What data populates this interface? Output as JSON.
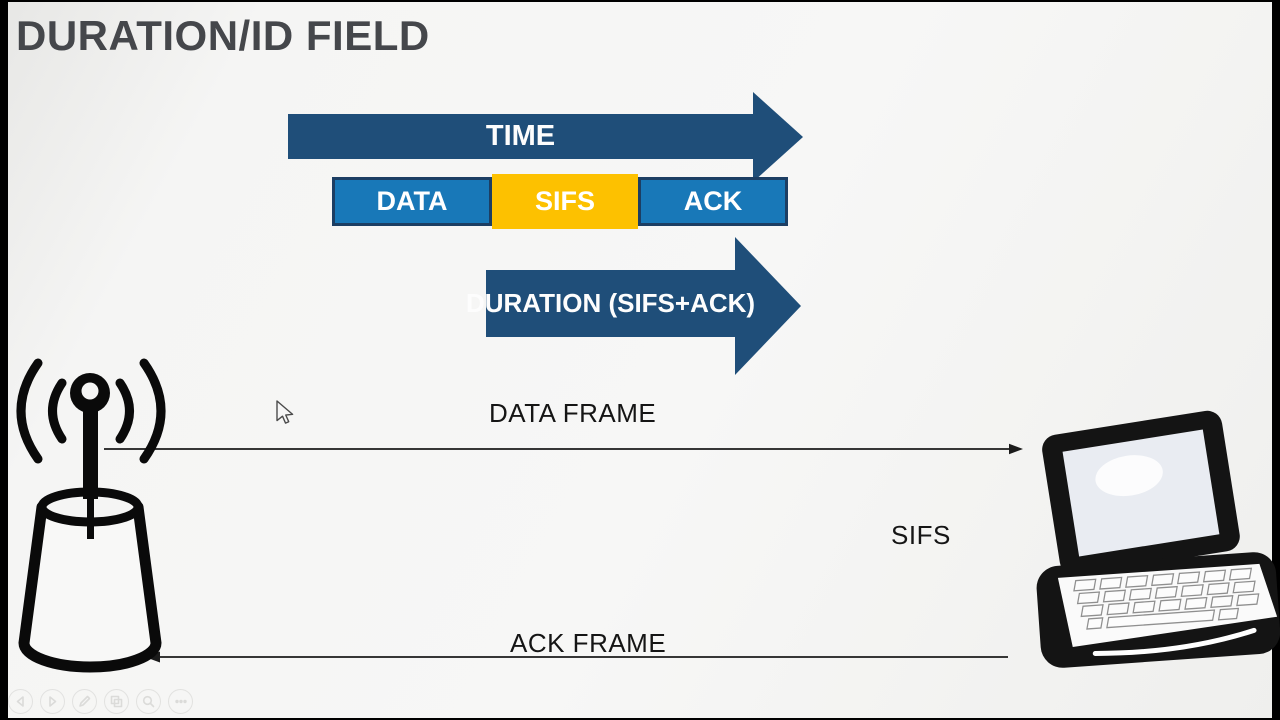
{
  "title": "DURATION/ID FIELD",
  "timeline": {
    "time_label": "TIME",
    "segments": [
      {
        "label": "DATA",
        "fill": "#1878b8"
      },
      {
        "label": "SIFS",
        "fill": "#fdc100"
      },
      {
        "label": "ACK",
        "fill": "#1878b8"
      }
    ],
    "duration_label": "DURATION (SIFS+ACK)"
  },
  "exchange": {
    "data_frame_label": "DATA FRAME",
    "sifs_label": "SIFS",
    "ack_frame_label": "ACK FRAME",
    "sender_icon": "wireless-antenna-icon",
    "receiver_icon": "laptop-icon"
  },
  "player_controls": [
    {
      "icon": "back-icon"
    },
    {
      "icon": "play-icon"
    },
    {
      "icon": "pen-icon"
    },
    {
      "icon": "frames-icon"
    },
    {
      "icon": "zoom-icon"
    },
    {
      "icon": "more-icon"
    }
  ],
  "colors": {
    "arrow_navy": "#1f4e79",
    "segment_blue": "#1878b8",
    "segment_yellow": "#fdc100",
    "segment_border": "#1c3e63",
    "title_gray": "#45474b"
  }
}
